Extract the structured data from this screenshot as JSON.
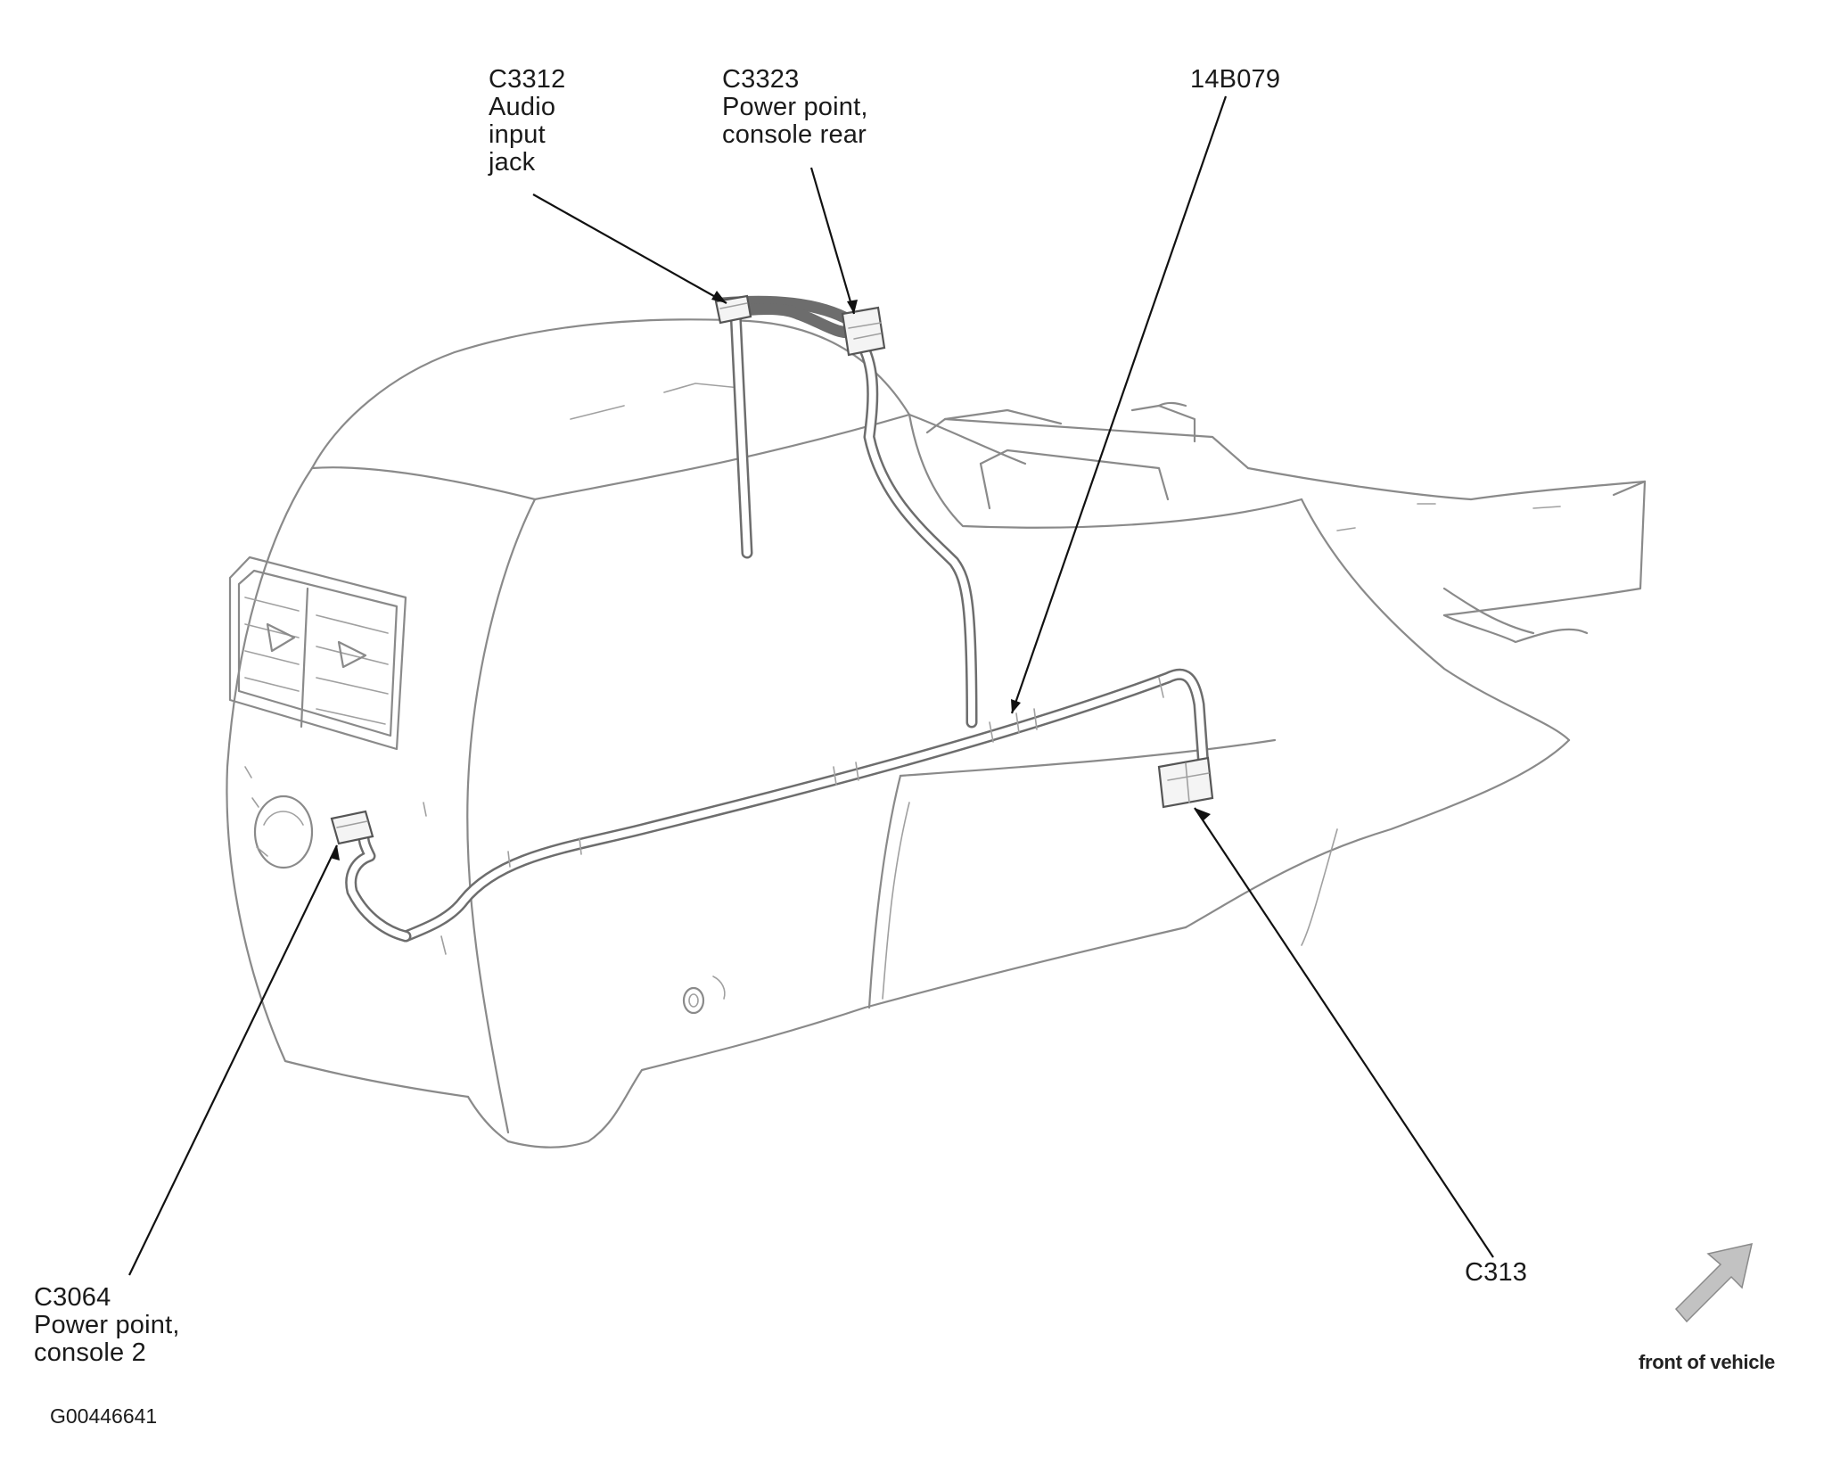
{
  "diagram_id": "G00446641",
  "orientation_label": "front of vehicle",
  "callouts": [
    {
      "id": "c3312",
      "lines": [
        "C3312",
        "Audio",
        "input",
        "jack"
      ]
    },
    {
      "id": "c3323",
      "lines": [
        "C3323",
        "Power point,",
        "console rear"
      ]
    },
    {
      "id": "b14079",
      "lines": [
        "14B079"
      ]
    },
    {
      "id": "c3064",
      "lines": [
        "C3064",
        "Power point,",
        "console 2"
      ]
    },
    {
      "id": "c313",
      "lines": [
        "C313"
      ]
    }
  ],
  "colors": {
    "linework": "#8a8a8a",
    "harness": "#6d6d6d",
    "leader": "#111111",
    "arrow": "#b8b8b8"
  }
}
